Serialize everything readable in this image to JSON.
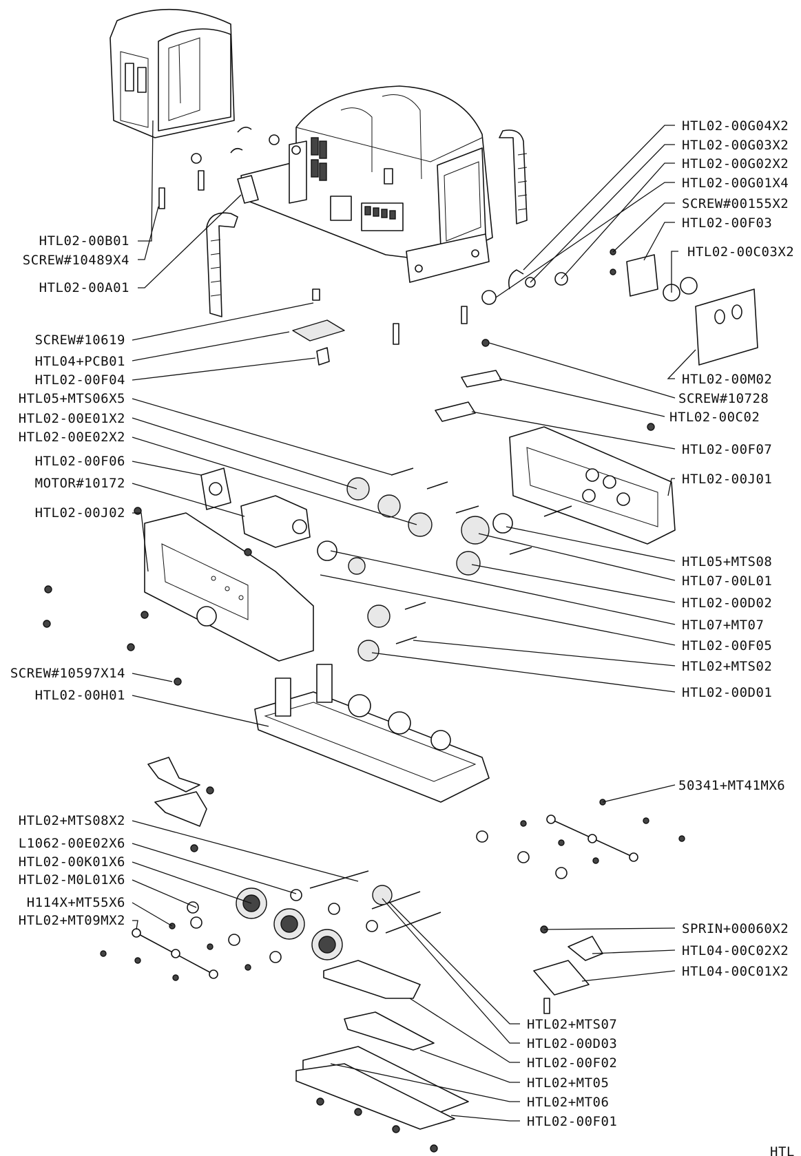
{
  "title": "",
  "colors": {
    "ink": "#111111",
    "paper": "#ffffff"
  },
  "corner_fragment": "HTL",
  "labels_left": [
    "HTL02-00B01",
    "SCREW#10489X4",
    "HTL02-00A01",
    "SCREW#10619",
    "HTL04+PCB01",
    "HTL02-00F04",
    "HTL05+MTS06X5",
    "HTL02-00E01X2",
    "HTL02-00E02X2",
    "HTL02-00F06",
    "MOTOR#10172",
    "HTL02-00J02",
    "SCREW#10597X14",
    "HTL02-00H01",
    "HTL02+MTS08X2",
    "L1062-00E02X6",
    "HTL02-00K01X6",
    "HTL02-M0L01X6",
    "H114X+MT55X6",
    "HTL02+MT09MX2"
  ],
  "labels_right": [
    "HTL02-00G04X2",
    "HTL02-00G03X2",
    "HTL02-00G02X2",
    "HTL02-00G01X4",
    "SCREW#00155X2",
    "HTL02-00F03",
    "HTL02-00C03X2",
    "HTL02-00M02",
    "SCREW#10728",
    "HTL02-00C02",
    "HTL02-00F07",
    "HTL02-00J01",
    "HTL05+MTS08",
    "HTL07-00L01",
    "HTL02-00D02",
    "HTL07+MT07",
    "HTL02-00F05",
    "HTL02+MTS02",
    "HTL02-00D01",
    "50341+MT41MX6",
    "SPRIN+00060X2",
    "HTL04-00C02X2",
    "HTL04-00C01X2"
  ],
  "labels_bottom": [
    "HTL02+MTS07",
    "HTL02-00D03",
    "HTL02-00F02",
    "HTL02+MT05",
    "HTL02+MT06",
    "HTL02-00F01"
  ]
}
